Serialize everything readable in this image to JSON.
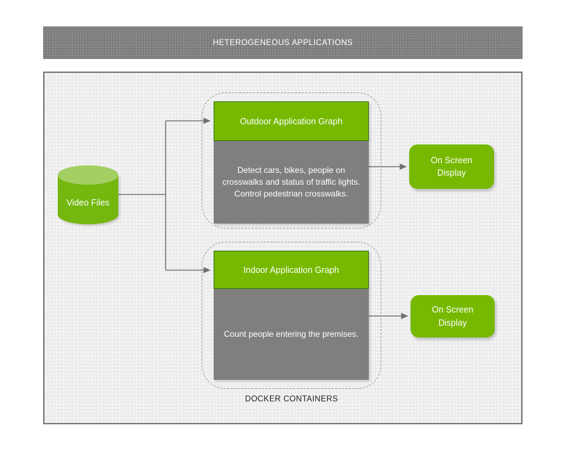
{
  "banner": {
    "title": "HETEROGENEOUS APPLICATIONS"
  },
  "source": {
    "label": "Video Files"
  },
  "docker": {
    "label": "DOCKER CONTAINERS"
  },
  "pipelines": [
    {
      "header": "Outdoor Application Graph",
      "description": "Detect cars, bikes, people on crosswalks and status of traffic lights. Control pedestrian crosswalks.",
      "output": "On Screen Display"
    },
    {
      "header": "Indoor Application Graph",
      "description": "Count people entering the premises.",
      "output": "On Screen Display"
    }
  ],
  "colors": {
    "accent_green": "#76b900",
    "cylinder_body_green": "#74b70e",
    "cylinder_top_green": "#a4cf63",
    "green_border": "#2d7600",
    "box_gray": "#7f7f7f",
    "banner_gray": "#7d7d7d",
    "line_gray": "#6e6e6e",
    "container_bg": "#ececec"
  }
}
